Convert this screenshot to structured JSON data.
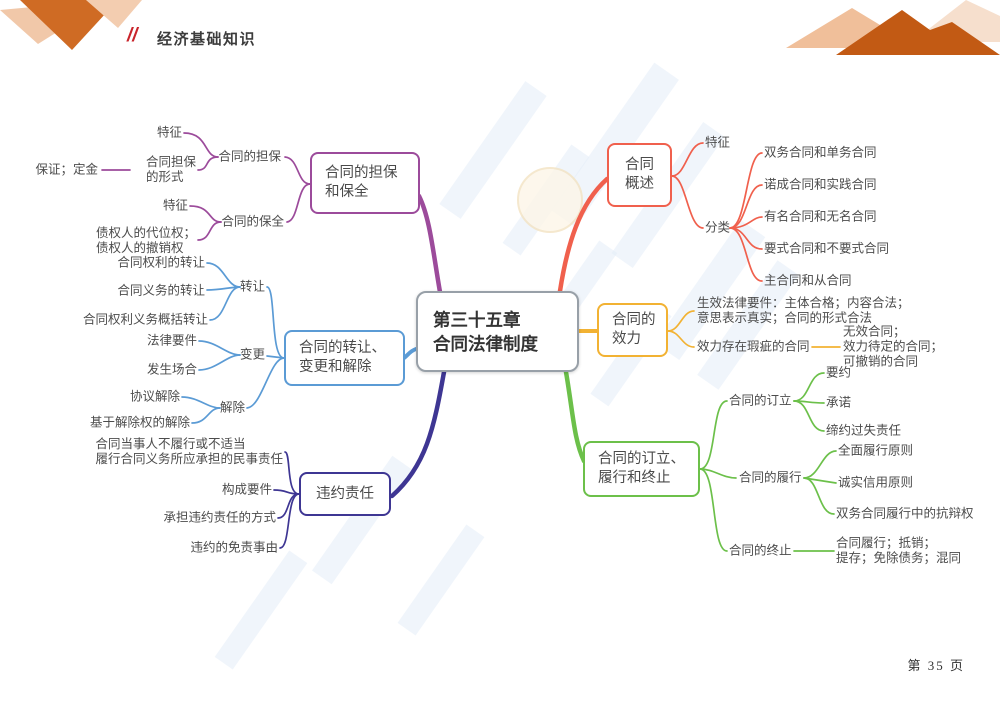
{
  "header": {
    "slashes_icon": "//",
    "title": "经济基础知识"
  },
  "footer": {
    "page_label": "第 35 页"
  },
  "center_topic": {
    "line1": "第三十五章",
    "line2": "合同法律制度"
  },
  "palette": {
    "purple": "#9c4b9b",
    "blue": "#5b9bd5",
    "indigo": "#3e3693",
    "red": "#f0604d",
    "yellow": "#f2b233",
    "green": "#6cc04a",
    "header_accent": "#c9242b",
    "corner_orange_dark": "#cf6b24",
    "corner_orange_dark2": "#c25a14",
    "corner_peach": "#f0c5a4",
    "corner_peach_light": "#f3cdb0",
    "watermark_blue": "#e3edf7",
    "text_gray": "#4c4c4c"
  },
  "boxes": [
    {
      "id": "box-guarantee",
      "lines": [
        "合同的担保",
        "和保全"
      ]
    },
    {
      "id": "box-transfer",
      "lines": [
        "合同的转让、",
        "变更和解除"
      ]
    },
    {
      "id": "box-breach",
      "lines": [
        "违约责任"
      ]
    },
    {
      "id": "box-overview",
      "lines": [
        "合同",
        "概述"
      ]
    },
    {
      "id": "box-validity",
      "lines": [
        "合同的",
        "效力"
      ]
    },
    {
      "id": "box-formation",
      "lines": [
        "合同的订立、",
        "履行和终止"
      ]
    }
  ],
  "labels": [
    {
      "id": "guarantee-feature",
      "lines": [
        "特征"
      ]
    },
    {
      "id": "guarantee-forms",
      "lines": [
        "合同担保",
        "的形式"
      ]
    },
    {
      "id": "guarantee-forms-detail",
      "lines": [
        "保证；定金"
      ]
    },
    {
      "id": "contract-guarantee",
      "lines": [
        "合同的担保"
      ]
    },
    {
      "id": "preservation-feature",
      "lines": [
        "特征"
      ]
    },
    {
      "id": "preservation-rights",
      "lines": [
        "债权人的代位权；",
        "债权人的撤销权"
      ]
    },
    {
      "id": "contract-preservation",
      "lines": [
        "合同的保全"
      ]
    },
    {
      "id": "transfer-rights",
      "lines": [
        "合同权利的转让"
      ]
    },
    {
      "id": "transfer-obligations",
      "lines": [
        "合同义务的转让"
      ]
    },
    {
      "id": "transfer-comprehensive",
      "lines": [
        "合同权利义务概括转让"
      ]
    },
    {
      "id": "transfer",
      "lines": [
        "转让"
      ]
    },
    {
      "id": "modify-legal-elements",
      "lines": [
        "法律要件"
      ]
    },
    {
      "id": "modify-occasions",
      "lines": [
        "发生场合"
      ]
    },
    {
      "id": "modification",
      "lines": [
        "变更"
      ]
    },
    {
      "id": "rescind-by-agreement",
      "lines": [
        "协议解除"
      ]
    },
    {
      "id": "rescind-by-right",
      "lines": [
        "基于解除权的解除"
      ]
    },
    {
      "id": "rescission",
      "lines": [
        "解除"
      ]
    },
    {
      "id": "breach-definition",
      "lines": [
        "合同当事人不履行或不适当",
        "履行合同义务所应承担的民事责任"
      ]
    },
    {
      "id": "breach-elements",
      "lines": [
        "构成要件"
      ]
    },
    {
      "id": "breach-liability-forms",
      "lines": [
        "承担违约责任的方式"
      ]
    },
    {
      "id": "breach-exemptions",
      "lines": [
        "违约的免责事由"
      ]
    },
    {
      "id": "overview-feature",
      "lines": [
        "特征"
      ]
    },
    {
      "id": "overview-classification",
      "lines": [
        "分类"
      ]
    },
    {
      "id": "class-bilateral",
      "lines": [
        "双务合同和单务合同"
      ]
    },
    {
      "id": "class-consensual",
      "lines": [
        "诺成合同和实践合同"
      ]
    },
    {
      "id": "class-nominate",
      "lines": [
        "有名合同和无名合同"
      ]
    },
    {
      "id": "class-formal",
      "lines": [
        "要式合同和不要式合同"
      ]
    },
    {
      "id": "class-principal",
      "lines": [
        "主合同和从合同"
      ]
    },
    {
      "id": "validity-requirements",
      "lines": [
        "生效法律要件：主体合格；内容合法；",
        "意思表示真实；合同的形式合法"
      ]
    },
    {
      "id": "validity-defective",
      "lines": [
        "效力存在瑕疵的合同"
      ]
    },
    {
      "id": "validity-defective-types",
      "lines": [
        "无效合同；",
        "效力待定的合同；",
        "可撤销的合同"
      ]
    },
    {
      "id": "formation",
      "lines": [
        "合同的订立"
      ]
    },
    {
      "id": "offer",
      "lines": [
        "要约"
      ]
    },
    {
      "id": "acceptance",
      "lines": [
        "承诺"
      ]
    },
    {
      "id": "culpa-in-contrahendo",
      "lines": [
        "缔约过失责任"
      ]
    },
    {
      "id": "performance",
      "lines": [
        "合同的履行"
      ]
    },
    {
      "id": "full-performance",
      "lines": [
        "全面履行原则"
      ]
    },
    {
      "id": "good-faith",
      "lines": [
        "诚实信用原则"
      ]
    },
    {
      "id": "defense-rights",
      "lines": [
        "双务合同履行中的抗辩权"
      ]
    },
    {
      "id": "termination",
      "lines": [
        "合同的终止"
      ]
    },
    {
      "id": "termination-ways",
      "lines": [
        "合同履行；抵销；",
        "提存；免除债务；混同"
      ]
    }
  ]
}
